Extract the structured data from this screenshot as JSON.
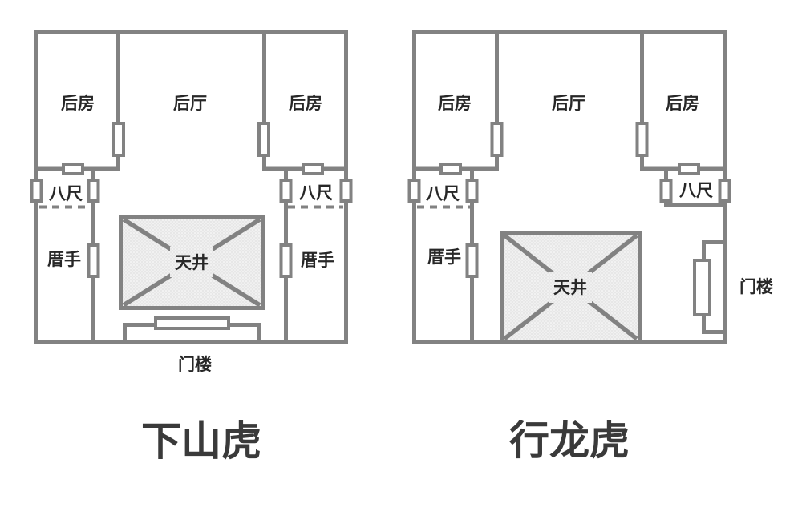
{
  "colors": {
    "wall": "#828282",
    "text": "#272727",
    "caption": "#3a3a3a",
    "courtyard_fill": "#e8e8e8"
  },
  "diagrams": {
    "left": {
      "caption": "下山虎",
      "labels": {
        "back_room_left": "后房",
        "back_hall": "后厅",
        "back_room_right": "后房",
        "bachi_left": "八尺",
        "bachi_right": "八尺",
        "cuoshou_left": "厝手",
        "cuoshou_right": "厝手",
        "courtyard": "天井",
        "gatehouse": "门楼"
      }
    },
    "right": {
      "caption": "行龙虎",
      "labels": {
        "back_room_left": "后房",
        "back_hall": "后厅",
        "back_room_right": "后房",
        "bachi_left": "八尺",
        "bachi_right": "八尺",
        "cuoshou_left": "厝手",
        "courtyard": "天井",
        "gatehouse": "门楼"
      }
    }
  }
}
